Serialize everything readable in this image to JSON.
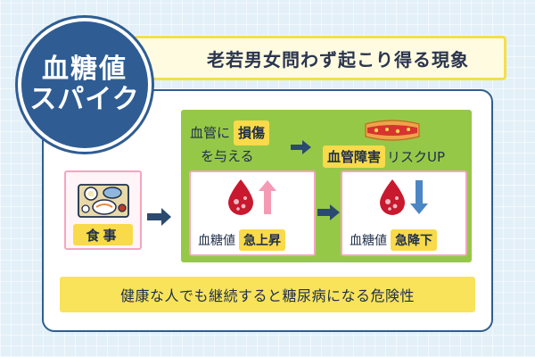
{
  "title": {
    "line1": "血糖値",
    "line2": "スパイク"
  },
  "banner": "老若男女問わず起こり得る現象",
  "meal": {
    "label": "食事"
  },
  "effect": {
    "prefix": "血管に",
    "highlight": "損傷",
    "line2": "を与える"
  },
  "risk": {
    "highlight": "血管障害",
    "suffix": "リスクUP"
  },
  "card_up": {
    "label": "血糖値",
    "tag": "急上昇"
  },
  "card_down": {
    "label": "血糖値",
    "tag": "急降下"
  },
  "bottom_note": "健康な人でも継続すると糖尿病になる危険性",
  "colors": {
    "navy": "#2f5d93",
    "arrow": "#2b4a70",
    "green": "#96c847",
    "yellow": "#f8da4a",
    "pink_border": "#f3a6bf",
    "blood": "#c8192e",
    "up_arrow": "#f59ab4",
    "down_arrow": "#4c86c4"
  },
  "icons": [
    "meal-tray-icon",
    "blood-drop-icon",
    "up-arrow-icon",
    "down-arrow-icon",
    "blood-vessel-icon",
    "flow-arrow-icon"
  ]
}
